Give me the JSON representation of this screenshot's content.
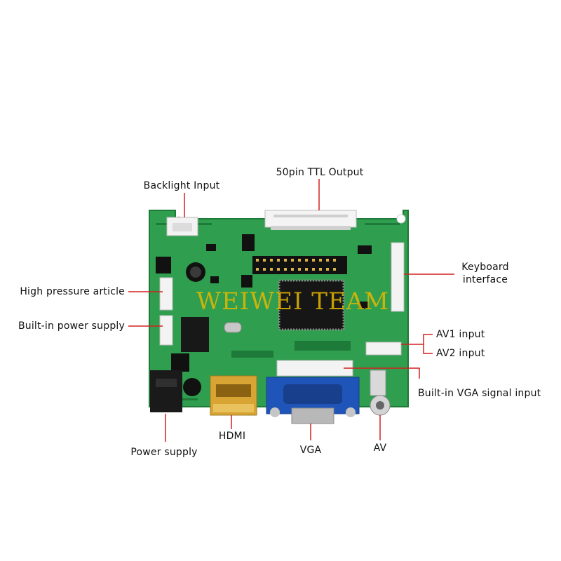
{
  "labels": {
    "backlight_input": "Backlight Input",
    "ttl_output": "50pin TTL Output",
    "high_pressure": "High pressure article",
    "builtin_power": "Built-in power supply",
    "keyboard_line1": "Keyboard",
    "keyboard_line2": "interface",
    "av1_input": "AV1 input",
    "av2_input": "AV2 input",
    "builtin_vga": "Built-in VGA signal input",
    "power_supply": "Power supply",
    "hdmi": "HDMI",
    "vga": "VGA",
    "av": "AV"
  },
  "watermark": "WEIWEI TEAM",
  "colors": {
    "pcb": "#2f9e4f",
    "pcb_dark": "#1e7a38",
    "leader": "#d32020",
    "vga_blue": "#1f55b8",
    "hdmi_gold": "#d8a534",
    "watermark": "#e6b800"
  }
}
